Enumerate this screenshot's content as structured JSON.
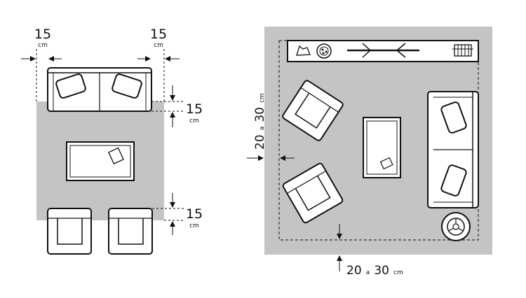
{
  "colors": {
    "rug": "#c4c4c4",
    "furniture_fill": "#ffffff",
    "outline": "#111111"
  },
  "left_layout": {
    "top_left": {
      "value": "15",
      "unit": "cm"
    },
    "top_right": {
      "value": "15",
      "unit": "cm"
    },
    "right_upper": {
      "value": "15",
      "unit": "cm"
    },
    "right_lower": {
      "value": "15",
      "unit": "cm"
    }
  },
  "right_layout": {
    "side_value_a": "20",
    "side_sep": "a",
    "side_value_b": "30",
    "side_unit": "cm",
    "bottom_value_a": "20",
    "bottom_sep": "a",
    "bottom_value_b": "30",
    "bottom_unit": "cm"
  }
}
